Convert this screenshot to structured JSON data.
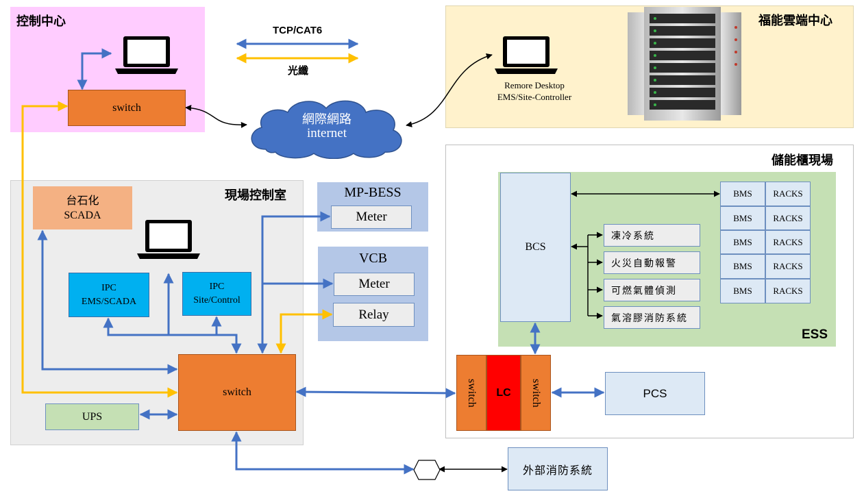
{
  "zones": {
    "control_center": "控制中心",
    "cloud_center": "福能雲端中心",
    "site_control_room": "現場控制室",
    "storage_site": "儲能櫃現場",
    "ess": "ESS"
  },
  "legend": {
    "tcp": "TCP/CAT6",
    "fiber": "光纖"
  },
  "internet": {
    "line1": "網際網路",
    "line2": "internet"
  },
  "cloud_desktop": {
    "line1": "Remore Desktop",
    "line2": "EMS/Site-Controller"
  },
  "control_center_switch": "switch",
  "site": {
    "scada_line1": "台石化",
    "scada_line2": "SCADA",
    "ipc_ems_line1": "IPC",
    "ipc_ems_line2": "EMS/SCADA",
    "ipc_site_line1": "IPC",
    "ipc_site_line2": "Site/Control",
    "switch": "switch",
    "ups": "UPS"
  },
  "mp_bess": {
    "title": "MP-BESS",
    "meter": "Meter"
  },
  "vcb": {
    "title": "VCB",
    "meter": "Meter",
    "relay": "Relay"
  },
  "ess_site": {
    "bcs": "BCS",
    "subsystems": [
      "凍冷系統",
      "火災自動報警",
      "可燃氣體偵測",
      "氣溶膠消防系統"
    ],
    "racks": [
      {
        "bms": "BMS",
        "racks": "RACKS"
      },
      {
        "bms": "BMS",
        "racks": "RACKS"
      },
      {
        "bms": "BMS",
        "racks": "RACKS"
      },
      {
        "bms": "BMS",
        "racks": "RACKS"
      },
      {
        "bms": "BMS",
        "racks": "RACKS"
      }
    ],
    "switch_left": "switch",
    "lc": "LC",
    "switch_right": "switch",
    "pcs": "PCS"
  },
  "external_fire": "外部消防系統",
  "colors": {
    "tcp_line": "#4472c4",
    "fiber_line": "#ffc000",
    "switch_orange": "#ed7d31",
    "lc_red": "#ff0000",
    "ipc_blue": "#00b0f0",
    "ess_green": "#c5e0b4",
    "pink_zone": "#ffccff",
    "cloud_zone": "#fff2cc"
  }
}
